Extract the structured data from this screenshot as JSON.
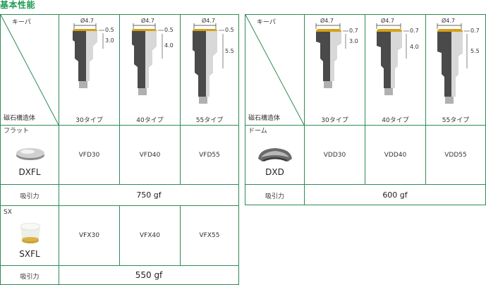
{
  "title": "基本性能",
  "left_table": {
    "header": {
      "keeper_label": "キーパ",
      "magnet_label": "磁石構造体",
      "types": [
        {
          "label": "30タイプ",
          "diameter": "Ø4.7",
          "dim_top": "0.5",
          "dim_height": "3.0"
        },
        {
          "label": "40タイプ",
          "diameter": "Ø4.7",
          "dim_top": "0.5",
          "dim_height": "4.0"
        },
        {
          "label": "55タイプ",
          "diameter": "Ø4.7",
          "dim_top": "0.5",
          "dim_height": "5.5"
        }
      ]
    },
    "flat": {
      "category": "フラット",
      "model": "DXFL",
      "products": [
        "VFD30",
        "VFD40",
        "VFD55"
      ],
      "force_label": "吸引力",
      "force_value": "750 gf"
    },
    "sx": {
      "category": "SX",
      "model": "SXFL",
      "products": [
        "VFX30",
        "VFX40",
        "VFX55"
      ],
      "force_label": "吸引力",
      "force_value": "550 gf"
    }
  },
  "right_table": {
    "header": {
      "keeper_label": "キーパ",
      "magnet_label": "磁石構造体",
      "types": [
        {
          "label": "30タイプ",
          "diameter": "Ø4.7",
          "dim_top": "0.7",
          "dim_height": "3.0"
        },
        {
          "label": "40タイプ",
          "diameter": "Ø4.7",
          "dim_top": "0.7",
          "dim_height": "4.0"
        },
        {
          "label": "55タイプ",
          "diameter": "Ø4.7",
          "dim_top": "0.7",
          "dim_height": "5.5"
        }
      ]
    },
    "dome": {
      "category": "ドーム",
      "model": "DXD",
      "products": [
        "VDD30",
        "VDD40",
        "VDD55"
      ],
      "force_label": "吸引力",
      "force_value": "600 gf"
    }
  },
  "colors": {
    "border": "#2e8b57",
    "title": "#1c9a52",
    "gold": "#d4a017"
  }
}
